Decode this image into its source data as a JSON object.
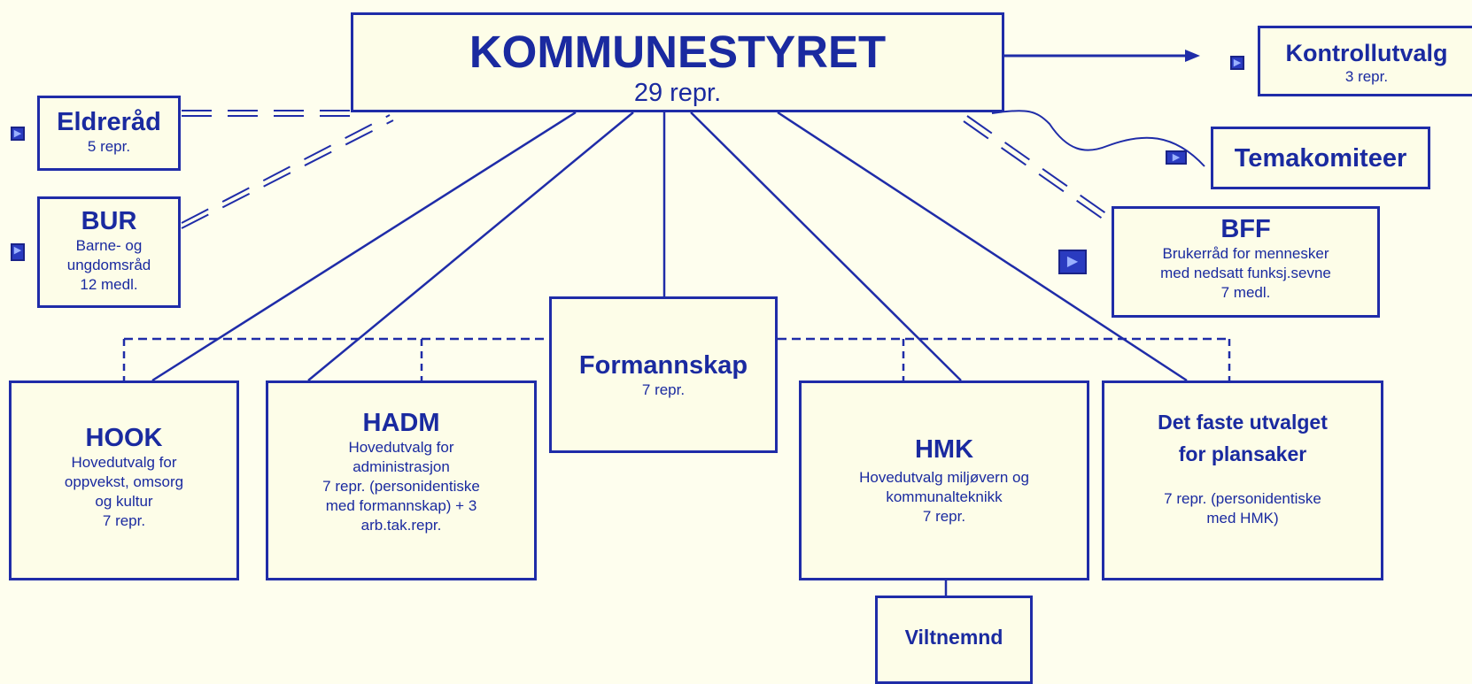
{
  "council": {
    "title": "KOMMUNESTYRET",
    "sub": "29 repr."
  },
  "kontrollutvalg": {
    "title": "Kontrollutvalg",
    "sub": "3 repr."
  },
  "eldrerad": {
    "title": "Eldreråd",
    "sub": "5 repr."
  },
  "bur": {
    "title": "BUR",
    "lines": [
      "Barne- og",
      "ungdomsråd",
      "12 medl."
    ]
  },
  "temakomiteer": {
    "title": "Temakomiteer"
  },
  "bff": {
    "title": "BFF",
    "lines": [
      "Brukerråd for mennesker",
      "med nedsatt funksj.sevne",
      "7 medl."
    ]
  },
  "formannskap": {
    "title": "Formannskap",
    "sub": "7 repr."
  },
  "hook": {
    "title": "HOOK",
    "lines": [
      "Hovedutvalg for",
      "oppvekst, omsorg",
      "og kultur",
      "7 repr."
    ]
  },
  "hadm": {
    "title": "HADM",
    "lines": [
      "Hovedutvalg for",
      "administrasjon",
      "7 repr. (personidentiske",
      "med formannskap) + 3",
      "arb.tak.repr."
    ]
  },
  "hmk": {
    "title": "HMK",
    "lines": [
      "Hovedutvalg miljøvern og",
      "kommunalteknikk",
      "7 repr."
    ]
  },
  "plan": {
    "title_lines": [
      "Det faste utvalget",
      "for plansaker"
    ],
    "lines": [
      "7 repr. (personidentiske",
      "med HMK)"
    ]
  },
  "viltnemnd": {
    "title": "Viltnemnd"
  },
  "colors": {
    "line": "#1f2ca8",
    "box_fill": "#fdfde8",
    "background": "#fefeee",
    "icon": "#2a3bc0"
  },
  "icons": [
    "play-icon"
  ]
}
